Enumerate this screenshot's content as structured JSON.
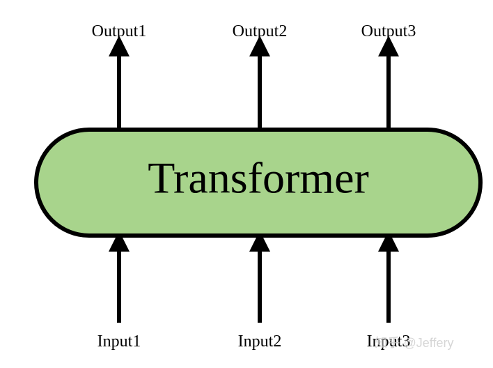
{
  "diagram": {
    "center_label": "Transformer",
    "outputs": [
      "Output1",
      "Output2",
      "Output3"
    ],
    "inputs": [
      "Input1",
      "Input2",
      "Input3"
    ],
    "watermark": "知乎 @Jeffery"
  },
  "colors": {
    "block_fill": "#a8d48c",
    "stroke": "#000000",
    "watermark": "#cfcfcf"
  }
}
